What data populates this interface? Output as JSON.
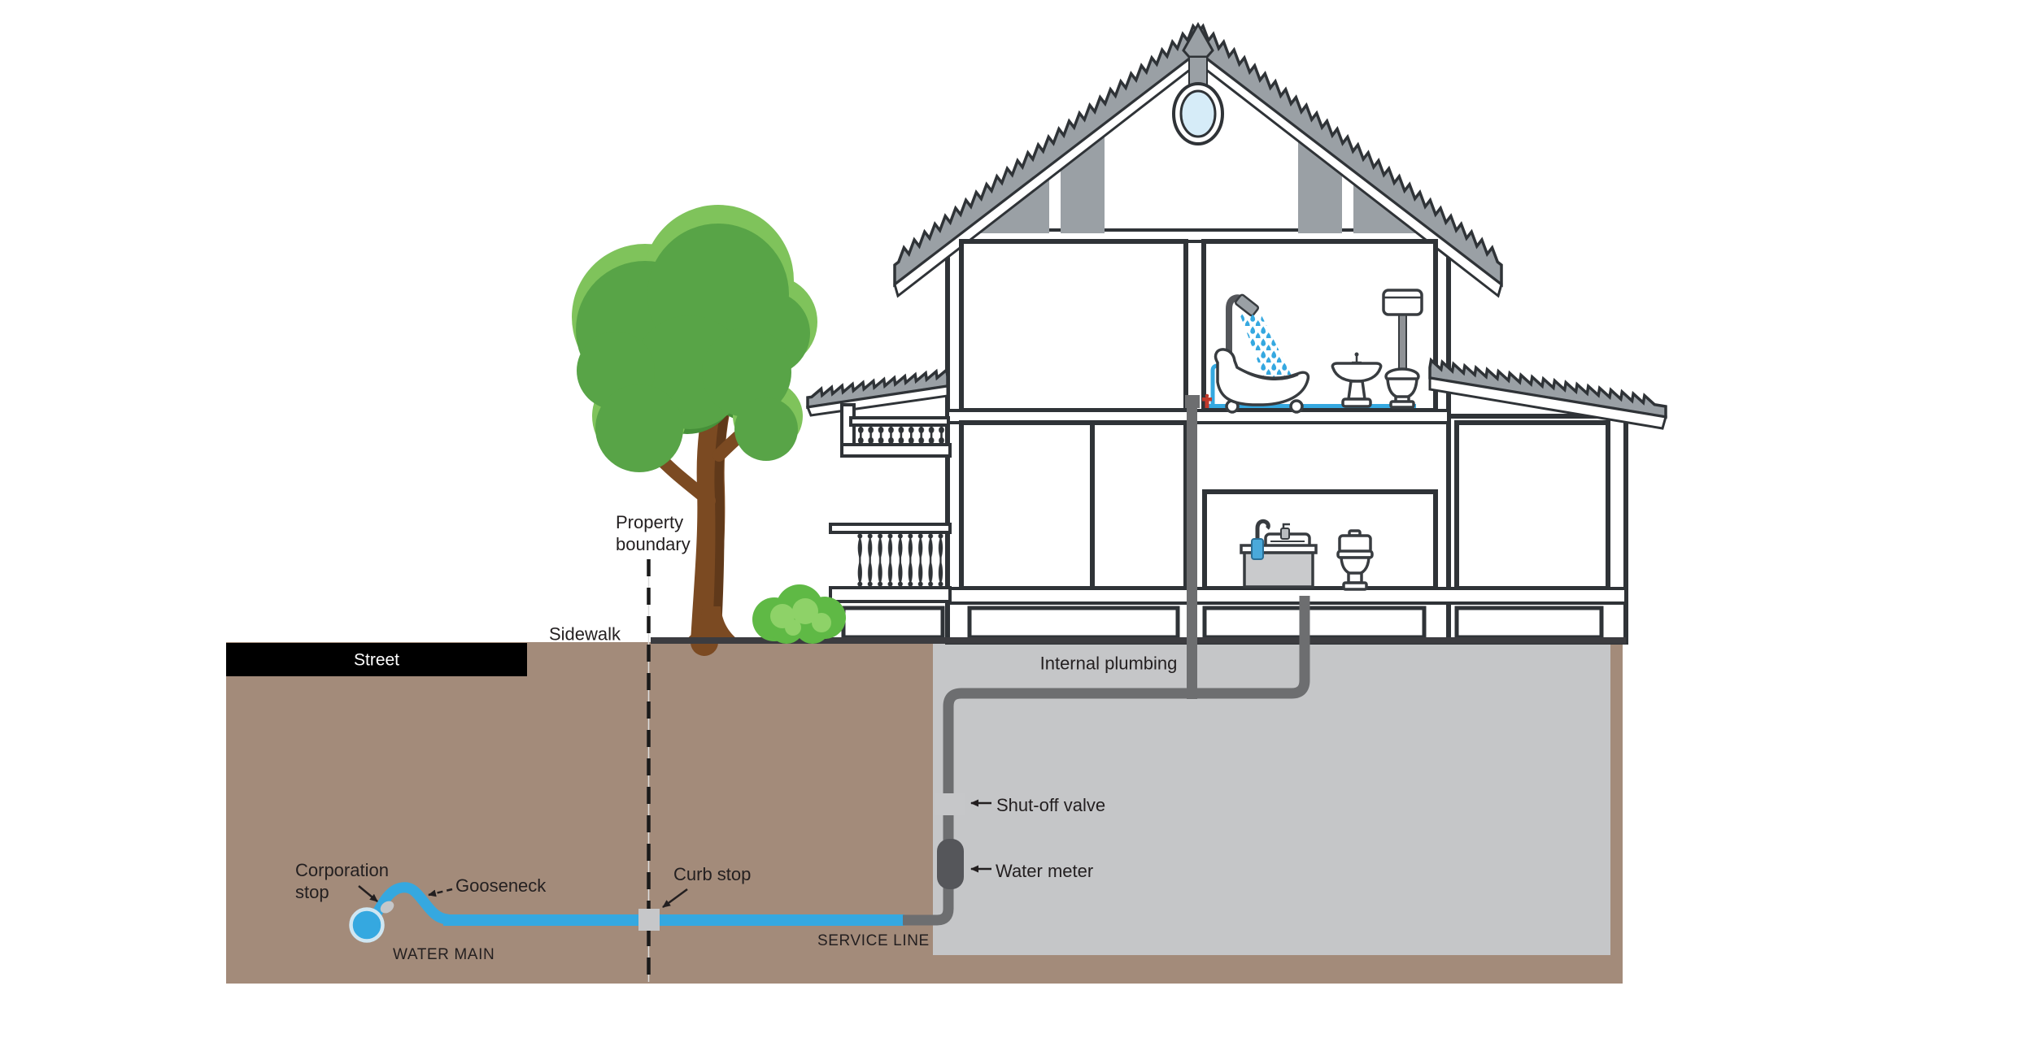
{
  "labels": {
    "street": "Street",
    "sidewalk": "Sidewalk",
    "property_boundary_line1": "Property",
    "property_boundary_line2": "boundary",
    "internal_plumbing": "Internal plumbing",
    "corporation_stop_line1": "Corporation",
    "corporation_stop_line2": "stop",
    "gooseneck": "Gooseneck",
    "curb_stop": "Curb stop",
    "water_main": "WATER MAIN",
    "service_line": "SERVICE LINE",
    "shut_off_valve": "Shut-off valve",
    "water_meter": "Water meter"
  },
  "colors": {
    "soil": "#a38b7a",
    "basement": "#c5c6c8",
    "street_bg": "#000000",
    "street_text": "#ffffff",
    "outline": "#2f3337",
    "roof_gray": "#9aa0a5",
    "pipe_blue": "#35a8e0",
    "pipe_blue_ring": "#cfe6f2",
    "pipe_gray": "#6d6e70",
    "meter_gray": "#55565a",
    "valve_gray": "#c6c7c9",
    "window_blue": "#d6ecf8",
    "label_text": "#231f20",
    "tree_green": "#58a447",
    "tree_green_light": "#7fc35b",
    "tree_green_dark": "#469039",
    "trunk_brown": "#7b4a22",
    "trunk_brown_dark": "#60391a",
    "bush_green": "#5fb945",
    "bush_green_light": "#8ed268",
    "red_valve": "#c0392b"
  }
}
